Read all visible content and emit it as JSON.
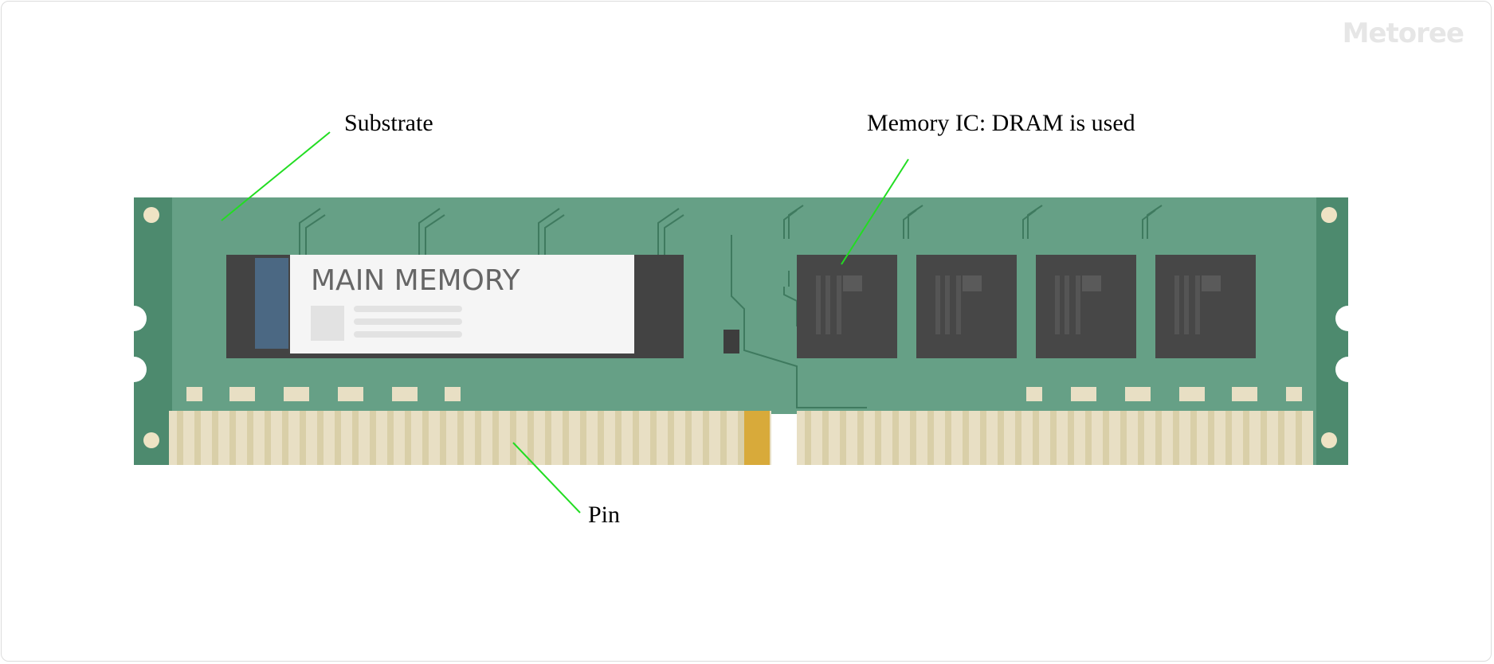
{
  "brand": {
    "logo_text": "Metoree"
  },
  "module": {
    "sticker_title": "MAIN MEMORY"
  },
  "callouts": [
    {
      "id": "substrate",
      "text": "Substrate"
    },
    {
      "id": "memory-ic",
      "text": "Memory IC: DRAM is used"
    },
    {
      "id": "pin",
      "text": "Pin"
    }
  ],
  "colors": {
    "pcb": "#66a086",
    "pcb_edge": "#4d8a6e",
    "chip": "#474747",
    "pin": "#e8dfc4",
    "pin_stripe": "#d9cfa8",
    "key_pin": "#d8aa3a",
    "leader_line": "#22dd22"
  }
}
